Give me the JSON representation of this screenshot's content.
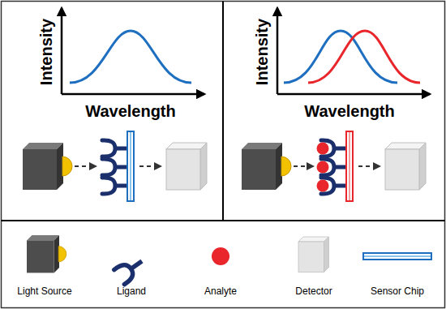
{
  "diagram": {
    "labels": [
      "Intensity",
      "Wavelength",
      "Intensity",
      "Wavelength"
    ],
    "legend": [
      {
        "text": "Light Source"
      },
      {
        "text": "Ligand"
      },
      {
        "text": "Analyte"
      },
      {
        "text": "Detector"
      },
      {
        "text": "Sensor Chip"
      }
    ]
  }
}
